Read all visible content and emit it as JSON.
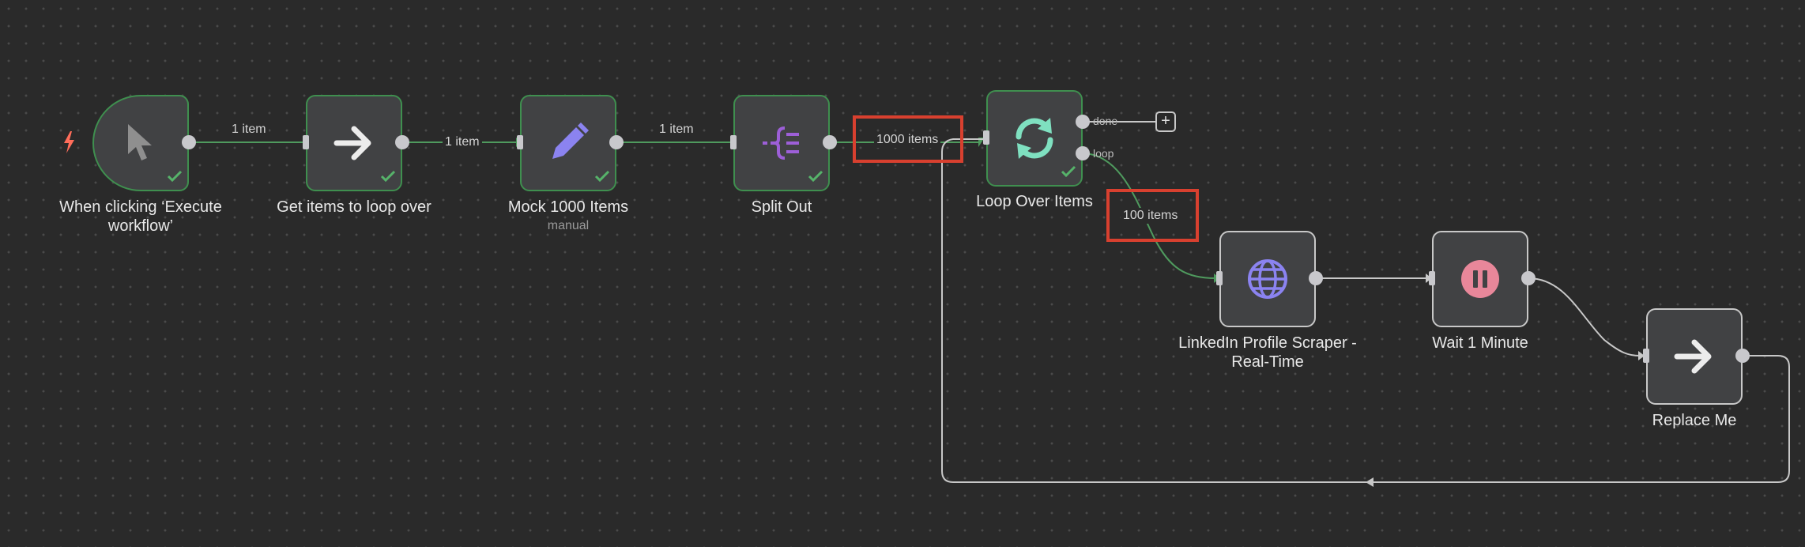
{
  "nodes": {
    "trigger": {
      "label": "When clicking ‘Execute workflow’"
    },
    "get_items": {
      "label": "Get items to loop over"
    },
    "mock": {
      "label": "Mock 1000 Items",
      "subtitle": "manual"
    },
    "split_out": {
      "label": "Split Out"
    },
    "loop": {
      "label": "Loop Over Items",
      "done_label": "done",
      "loop_label": "loop"
    },
    "scraper": {
      "label": "LinkedIn Profile Scraper - Real-Time"
    },
    "wait": {
      "label": "Wait 1 Minute"
    },
    "replace": {
      "label": "Replace Me"
    }
  },
  "edges": {
    "trigger_to_get": "1 item",
    "get_to_mock": "1 item",
    "mock_to_split": "1 item",
    "split_to_loop": "1000 items",
    "loop_to_scraper": "100 items"
  },
  "colors": {
    "success_edge": "#4f9a5e",
    "default_edge": "#c8c8c8",
    "highlight": "#d8402f",
    "trigger_bolt": "#ff6d5a",
    "pencil": "#8b83f0",
    "split_icon": "#9d5fd8",
    "loop_icon": "#7fe0c0",
    "globe": "#8b83f0",
    "wait_circle": "#e8879a"
  },
  "icons": {
    "trigger": "cursor-pointer-icon",
    "get_items": "arrow-right-icon",
    "mock": "pencil-icon",
    "split_out": "split-out-icon",
    "loop": "refresh-icon",
    "scraper": "globe-icon",
    "wait": "pause-icon",
    "replace": "arrow-right-icon"
  }
}
